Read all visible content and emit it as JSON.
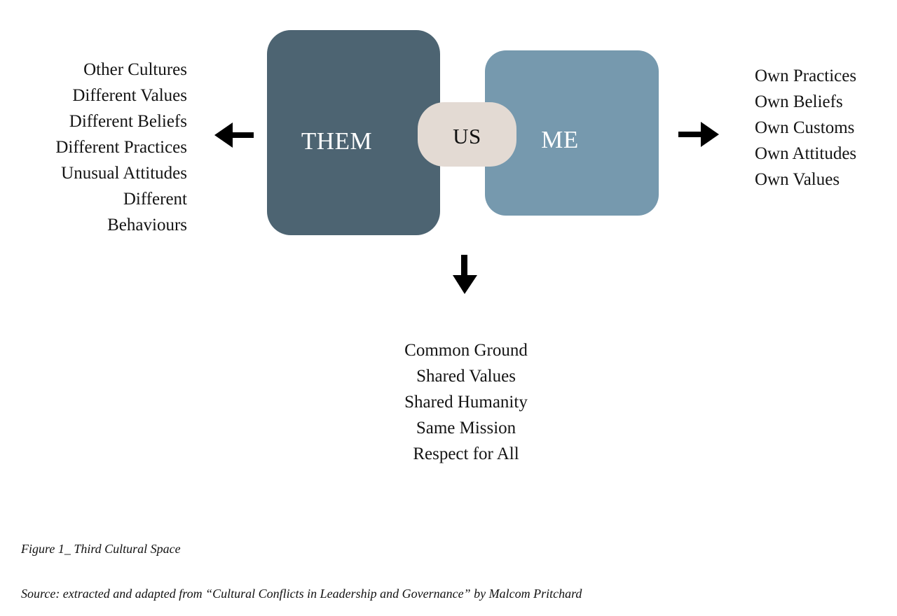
{
  "figure": {
    "title": "Third Cultural Space",
    "caption": "Figure 1_ Third Cultural Space",
    "source": "Source: extracted and adapted from “Cultural Conflicts in Leadership and Governance” by Malcom Pritchard"
  },
  "colors": {
    "them_box": "#4d6472",
    "me_box": "#7699ae",
    "us_box": "#e3dad3",
    "box_label_text": "#ffffff",
    "us_label_text": "#111111",
    "arrow": "#000000",
    "body_text": "#141414",
    "background": "#ffffff"
  },
  "boxes": {
    "them": {
      "label": "THEM"
    },
    "us": {
      "label": "US"
    },
    "me": {
      "label": "ME"
    }
  },
  "lists": {
    "left": {
      "align": "right",
      "items": [
        "Other Cultures",
        "Different Values",
        "Different Beliefs",
        "Different Practices",
        "Unusual Attitudes",
        "Different",
        "Behaviours"
      ]
    },
    "right": {
      "align": "left",
      "items": [
        "Own Practices",
        "Own Beliefs",
        "Own Customs",
        "Own Attitudes",
        "Own Values"
      ]
    },
    "bottom": {
      "align": "center",
      "items": [
        "Common Ground",
        "Shared Values",
        "Shared Humanity",
        "Same Mission",
        "Respect for All"
      ]
    }
  },
  "arrows": {
    "left": {
      "direction": "left"
    },
    "right": {
      "direction": "right"
    },
    "down": {
      "direction": "down"
    }
  }
}
